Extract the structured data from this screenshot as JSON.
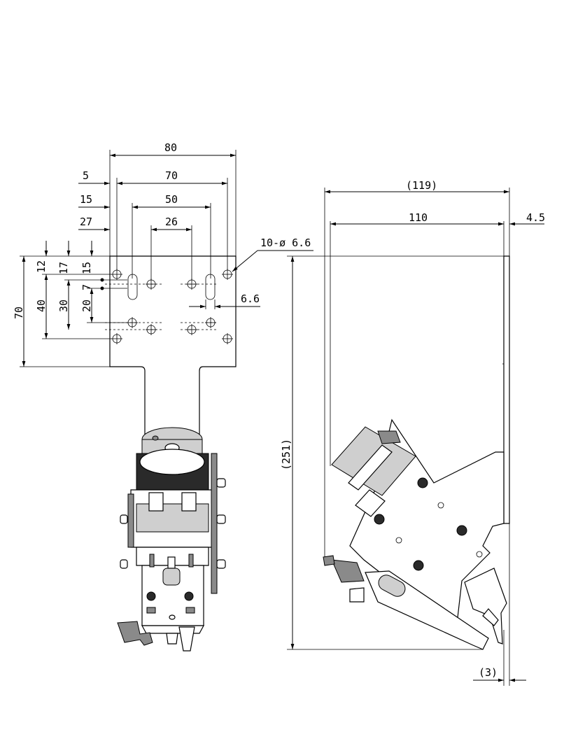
{
  "front_view": {
    "dims": {
      "overall_width": "80",
      "hole_span_70": "70",
      "offset_5": "5",
      "offset_15": "15",
      "span_50": "50",
      "offset_27": "27",
      "span_26": "26",
      "hole_callout": "10-ø 6.6",
      "slot_width": "6.6",
      "v_12": "12",
      "v_17": "17",
      "v_15": "15",
      "v_7": "7",
      "v_20": "20",
      "v_30": "30",
      "v_40": "40",
      "v_70": "70"
    }
  },
  "side_view": {
    "dims": {
      "overall_119": "(119)",
      "width_110": "110",
      "thickness_4_5": "4.5",
      "height_251": "(251)",
      "offset_3": "(3)"
    }
  }
}
